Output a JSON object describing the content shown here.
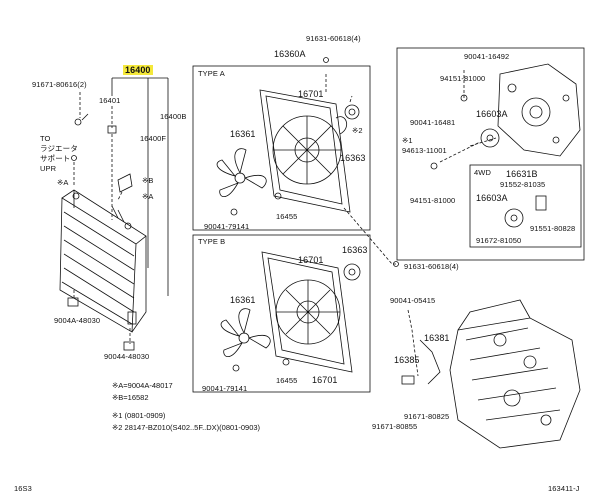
{
  "parts": {
    "radiator_assy": "16400",
    "radiator_tank": "16400B",
    "radiator_core": "16400F",
    "drain_cock_plug": "16401",
    "fan_shroud_assy": "16360A",
    "fan_motor": "16363",
    "fan_blade": "16361",
    "fan_blade_bolt": "16455",
    "fan_shroud": "16701",
    "clip_top_left": "91671-80616(2)",
    "bolt_top": "91631-60618(4)",
    "bolt_mid": "91631-60618(4)",
    "nut_type_a": "90041-79141",
    "nut_type_b": "90041-79141",
    "grommet_lower": "9004A-48030",
    "grommet_bottom": "90044-48030",
    "plug_right_top": "90041-16492",
    "bolt_right_1": "94151-81000",
    "bolt_right_2": "94151-81000",
    "plug_right_mid": "90041-16481",
    "stud_right": "94613-11001",
    "idler_pulley_1": "16603A",
    "idler_pulley_2": "16603A",
    "pulley_bracket": "16631B",
    "bolt_4wd": "91552-81035",
    "bolt_4wd_2": "91551-80828",
    "bolt_4wd_3": "91672-81050",
    "rod": "90041-05415",
    "bracket": "16381",
    "bracket_2": "16385",
    "bolt_rod": "91671-80825",
    "bolt_rod_2": "91671-80855"
  },
  "labels": {
    "type_a": "TYPE A",
    "type_b": "TYPE B",
    "wd4": "4WD",
    "mark_x": "※",
    "mark_1": "※1",
    "mark_2": "※2",
    "mark_x_left": "※A",
    "mark_b_left": "※B",
    "mark_b_left_2": "※B",
    "mark_a_left_2": "※A",
    "mark_x2_fan": "※2",
    "to_label": "TO",
    "to_line1": "ラジエータ",
    "to_line2": "サポート",
    "to_line3": "UPR"
  },
  "notes": {
    "a": "※A=9004A-48017",
    "b": "※B=16582",
    "n1": "※1   (0801-0909)",
    "n2": "※2   28147-BZ010(S402..5F..DX)(0801-0903)"
  },
  "footer": {
    "left": "16S3",
    "right": "163411-J"
  },
  "colors": {
    "highlight": "#f4e83a",
    "line": "#111111"
  }
}
